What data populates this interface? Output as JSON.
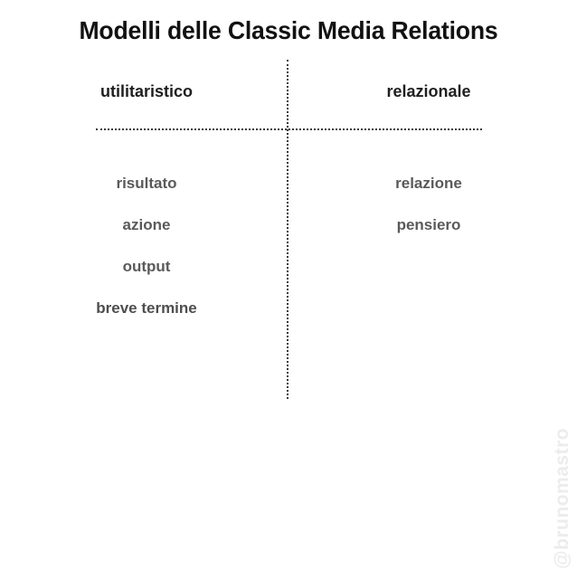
{
  "slide": {
    "title": "Modelli delle Classic Media Relations",
    "background_color": "#ffffff",
    "title_color": "#121212",
    "divider_color": "#3a3a3a"
  },
  "columns": [
    {
      "header": "utilitaristico",
      "header_color": "#1f1f1f",
      "items": [
        {
          "label": "risultato",
          "emphasis": false
        },
        {
          "label": "azione",
          "emphasis": false
        },
        {
          "label": "output",
          "emphasis": false
        },
        {
          "label": "breve termine",
          "emphasis": true
        }
      ]
    },
    {
      "header": "relazionale",
      "header_color": "#1f1f1f",
      "items": [
        {
          "label": "relazione",
          "emphasis": false
        },
        {
          "label": "pensiero",
          "emphasis": false
        }
      ]
    }
  ],
  "watermark": {
    "handle": "@brunomastro",
    "color": "#ececec"
  }
}
